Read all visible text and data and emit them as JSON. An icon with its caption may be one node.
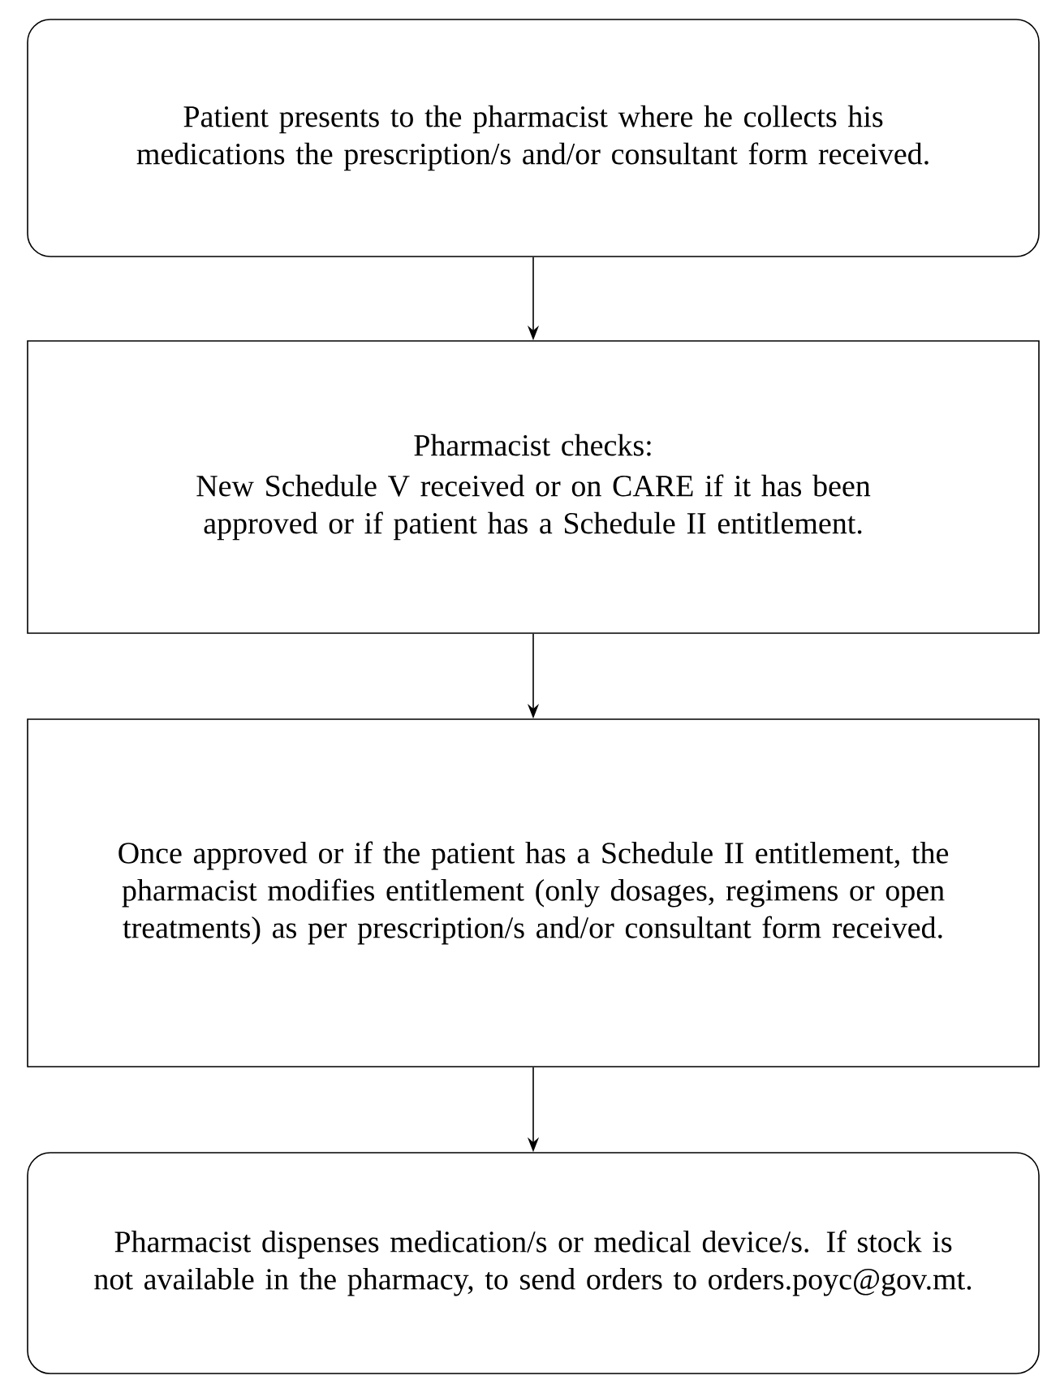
{
  "diagram": {
    "nodes": [
      {
        "text": [
          "Patient presents to the pharmacist where he collects his medications the prescription/s and/or consultant form received."
        ]
      },
      {
        "text": [
          "Pharmacist checks:",
          "New Schedule V received or on CARE if it has been approved or if patient has a Schedule II entitlement."
        ]
      },
      {
        "text": [
          "Once approved or if the patient has a Schedule II entitlement, the pharmacist modifies entitlement (only dosages, regimens or open treatments) as per prescription/s and/or consultant form received."
        ]
      },
      {
        "text": [
          "Pharmacist dispenses medication/s or medical device/s. If stock is not available in the pharmacy, to send orders to orders.poyc@gov.mt."
        ]
      }
    ],
    "edges": [
      {
        "from": 0,
        "to": 1,
        "arrow": "to"
      },
      {
        "from": 1,
        "to": 2,
        "arrow": "to"
      },
      {
        "from": 2,
        "to": 3,
        "arrow": "to"
      }
    ]
  }
}
